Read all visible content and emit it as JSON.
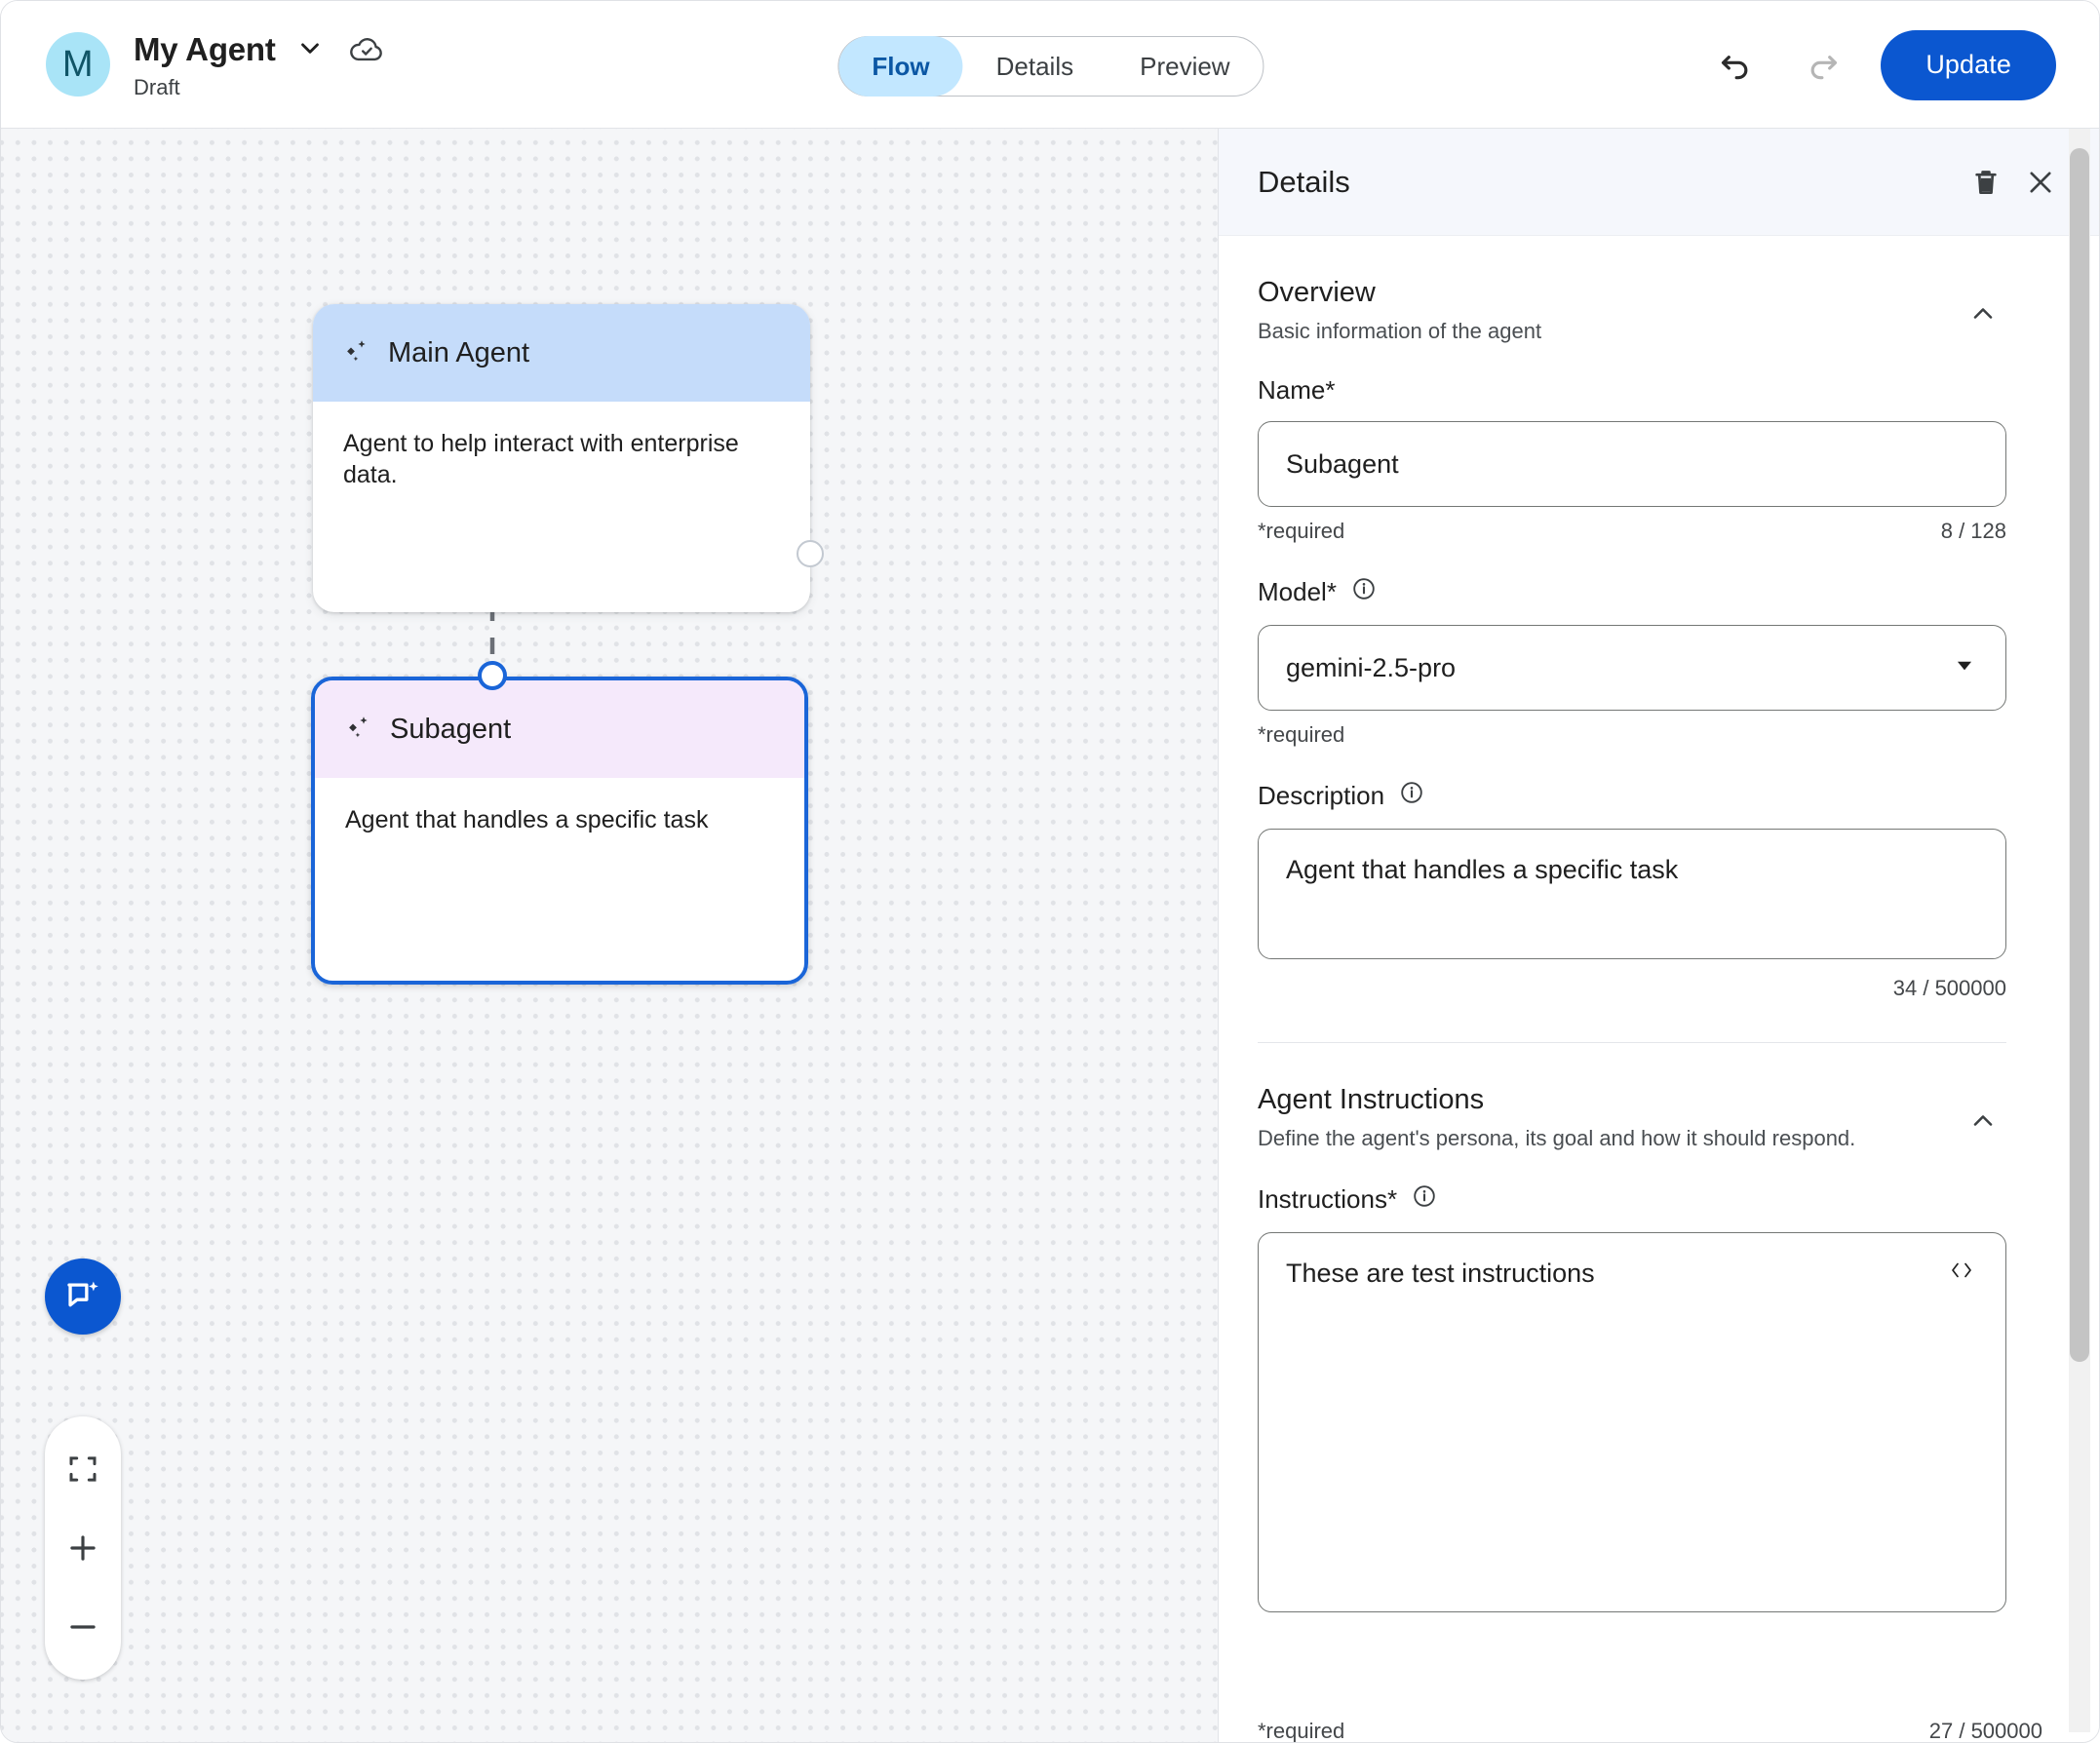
{
  "header": {
    "avatar_initial": "M",
    "app_title": "My Agent",
    "status": "Draft",
    "title_dropdown_icon": "chevron-down-icon",
    "saved_icon": "cloud-done-icon",
    "tabs": [
      {
        "label": "Flow",
        "active": true
      },
      {
        "label": "Details",
        "active": false
      },
      {
        "label": "Preview",
        "active": false
      }
    ],
    "undo_icon": "undo-icon",
    "redo_icon": "redo-icon",
    "undo_enabled": true,
    "redo_enabled": false,
    "update_label": "Update"
  },
  "canvas": {
    "nodes": [
      {
        "title": "Main Agent",
        "description": "Agent to help interact with enterprise data.",
        "header_color": "#c5dcfa",
        "icon": "sparkle-icon",
        "selected": false
      },
      {
        "title": "Subagent",
        "description": "Agent that handles a specific task",
        "header_color": "#f5e9fb",
        "icon": "sparkle-icon",
        "selected": true
      }
    ],
    "edge_style": "dashed",
    "controls": {
      "assistant_icon": "chat-sparkle-icon",
      "fit_icon": "fit-screen-icon",
      "zoom_in_icon": "plus-icon",
      "zoom_out_icon": "minus-icon"
    }
  },
  "panel": {
    "title": "Details",
    "delete_icon": "trash-icon",
    "close_icon": "close-icon",
    "sections": [
      {
        "title": "Overview",
        "subtitle": "Basic information of the agent",
        "collapse_icon": "chevron-up-icon"
      },
      {
        "title": "Agent Instructions",
        "subtitle": "Define the agent's persona, its goal and how it should respond.",
        "collapse_icon": "chevron-up-icon"
      }
    ],
    "name_field": {
      "label": "Name*",
      "value": "Subagent",
      "placeholder": "Name",
      "required_text": "*required",
      "counter": "8 / 128"
    },
    "model_field": {
      "label": "Model*",
      "info_icon": "info-icon",
      "value": "gemini-2.5-pro",
      "dropdown_icon": "triangle-down-icon",
      "required_text": "*required",
      "options": [
        "gemini-2.5-pro"
      ]
    },
    "description_field": {
      "label": "Description",
      "info_icon": "info-icon",
      "value": "Agent that handles a specific task",
      "placeholder": "Description",
      "counter": "34 / 500000"
    },
    "instructions_field": {
      "label": "Instructions*",
      "info_icon": "info-icon",
      "value": "These are test instructions",
      "placeholder": "Instructions",
      "code_icon": "code-brackets-icon",
      "required_text": "*required",
      "counter": "27 / 500000"
    }
  },
  "colors": {
    "accent": "#0b57d0",
    "tab_active_bg": "#c2e7ff",
    "tab_active_text": "#0b57a4",
    "node_main_header": "#c5dcfa",
    "node_sub_header": "#f5e9fb",
    "selection_border": "#1a65d8",
    "avatar_bg": "#a9e4f7",
    "canvas_bg": "#f5f6f8"
  }
}
